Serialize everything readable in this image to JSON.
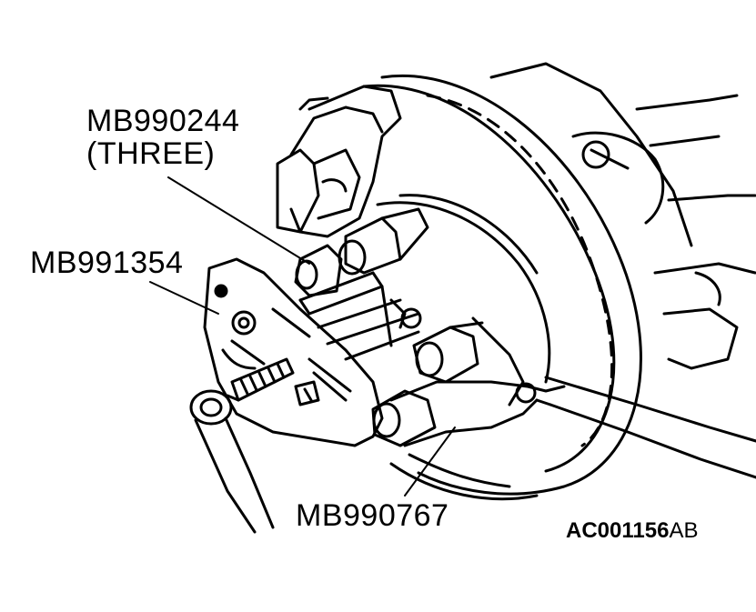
{
  "callouts": {
    "mb990244": "MB990244",
    "three": "(THREE)",
    "mb991354": "MB991354",
    "mb990767": "MB990767"
  },
  "figure_code": {
    "bold": "AC001156",
    "suffix": "AB"
  },
  "colors": {
    "ink": "#000000",
    "paper": "#ffffff"
  }
}
